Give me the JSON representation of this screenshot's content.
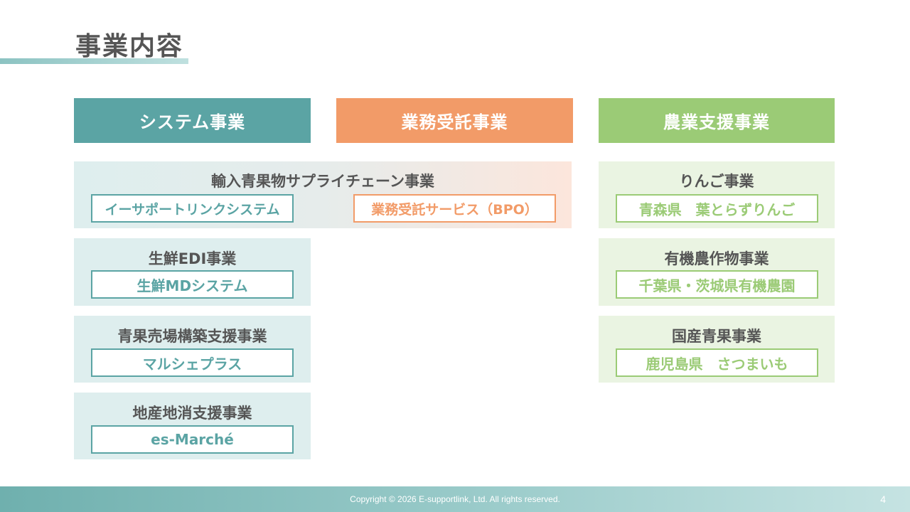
{
  "page": {
    "title": "事業内容",
    "page_number": "4",
    "copyright": "Copyright © 2026 E-supportlink, Ltd.  All rights reserved."
  },
  "headers": {
    "system": "システム事業",
    "bpo": "業務受託事業",
    "agriculture": "農業支援事業"
  },
  "system_cards": {
    "import": {
      "title": "輸入青果物サプライチェーン事業",
      "tag_system": "イーサポートリンクシステム",
      "tag_bpo": "業務受託サービス（BPO）"
    },
    "edi": {
      "title": "生鮮EDI事業",
      "tag": "生鮮MDシステム"
    },
    "store": {
      "title": "青果売場構築支援事業",
      "tag": "マルシェプラス"
    },
    "local": {
      "title": "地産地消支援事業",
      "tag": "es-Marché"
    }
  },
  "agriculture_cards": {
    "apple": {
      "title": "りんご事業",
      "tag": "青森県　葉とらずりんご"
    },
    "organic": {
      "title": "有機農作物事業",
      "tag": "千葉県・茨城県有機農園"
    },
    "domestic": {
      "title": "国産青果事業",
      "tag": "鹿児島県　さつまいも"
    }
  },
  "colors": {
    "system": "#5ba4a4",
    "bpo": "#f29b68",
    "agriculture": "#9bcb76"
  }
}
